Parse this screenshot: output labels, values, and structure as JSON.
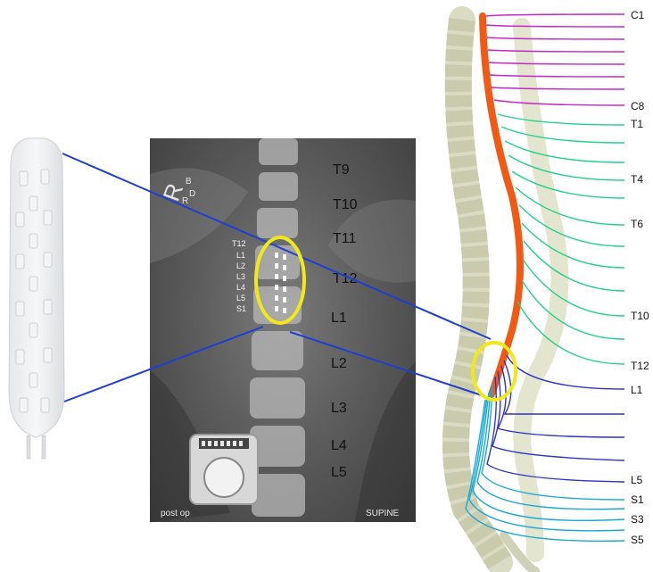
{
  "xray": {
    "vertebra_labels": [
      "T9",
      "T10",
      "T11",
      "T12",
      "L1",
      "L2",
      "L3",
      "L4",
      "L5"
    ],
    "lead_labels": [
      "T12",
      "L1",
      "L2",
      "L3",
      "L4",
      "L5",
      "S1"
    ],
    "marker_r": "R",
    "marker_b": "B",
    "marker_d": "D",
    "marker_r2": "R",
    "corner_left": "post op",
    "corner_right": "SUPINE"
  },
  "spine": {
    "nerve_labels": [
      "C1",
      "C8",
      "T1",
      "T4",
      "T6",
      "T10",
      "T12",
      "L1",
      "L5",
      "S1",
      "S3",
      "S5"
    ]
  },
  "colors": {
    "highlight_ellipse": "#f0e81a",
    "connector_line": "#1f3fd0",
    "spinal_cord": "#f05a14",
    "cervical_nerves": "#c229c8",
    "thoracic_nerves": "#22d28a",
    "lumbar_nerves": "#2b33c9",
    "sacral_nerves": "#1aa9d6"
  }
}
